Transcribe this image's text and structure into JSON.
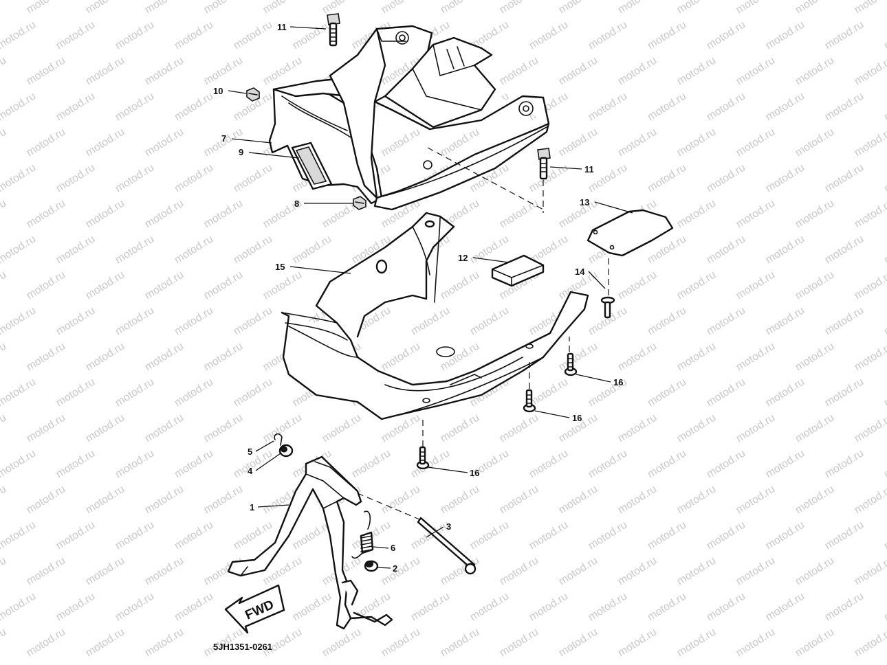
{
  "figure": {
    "code": "5JH1351-0261",
    "watermark": "motod.ru",
    "fwd_label": "FWD"
  },
  "callouts": [
    {
      "id": "c11a",
      "label": "11"
    },
    {
      "id": "c10",
      "label": "10"
    },
    {
      "id": "c7",
      "label": "7"
    },
    {
      "id": "c9",
      "label": "9"
    },
    {
      "id": "c8",
      "label": "8"
    },
    {
      "id": "c11b",
      "label": "11"
    },
    {
      "id": "c13",
      "label": "13"
    },
    {
      "id": "c12",
      "label": "12"
    },
    {
      "id": "c14",
      "label": "14"
    },
    {
      "id": "c15",
      "label": "15"
    },
    {
      "id": "c16a",
      "label": "16"
    },
    {
      "id": "c16b",
      "label": "16"
    },
    {
      "id": "c16c",
      "label": "16"
    },
    {
      "id": "c5",
      "label": "5"
    },
    {
      "id": "c4",
      "label": "4"
    },
    {
      "id": "c1",
      "label": "1"
    },
    {
      "id": "c3",
      "label": "3"
    },
    {
      "id": "c6",
      "label": "6"
    },
    {
      "id": "c2",
      "label": "2"
    }
  ]
}
